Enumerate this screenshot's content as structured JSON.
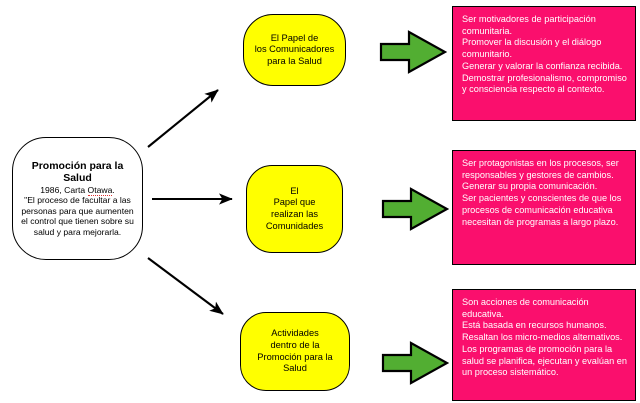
{
  "diagram": {
    "title": "Promocion para la Salud - mapa conceptual",
    "background_color": "#ffffff",
    "colors": {
      "stage_fill": "#ffff00",
      "detail_fill": "#fa0f6d",
      "detail_text": "#ffffff",
      "arrow_fill": "#52ae32",
      "stroke": "#000000"
    }
  },
  "concept": {
    "title": "Promoción\npara la Salud",
    "source": "1986, Carta Otawa.",
    "source_plain": "1986, Carta ",
    "source_spellchecked": "Otawa",
    "source_suffix": ".",
    "quote": "\"El proceso de facultar a las personas para que aumenten el control que tienen sobre su salud y para mejorarla."
  },
  "stages": [
    {
      "id": "comunicadores",
      "label": "El Papel de\nlos Comunicadores\npara la Salud"
    },
    {
      "id": "comunidades",
      "label": "El\nPapel que\nrealizan las\nComunidades"
    },
    {
      "id": "actividades",
      "label": "Actividades\ndentro de la\nPromoción para la\nSalud"
    }
  ],
  "details": [
    {
      "id": "detalle-comunicadores",
      "text": "Ser motivadores de participación comunitaria.\nPromover la discusión y el diálogo comunitario.\nGenerar y valorar la confianza recibida.\nDemostrar profesionalismo, compromiso y consciencia respecto al contexto."
    },
    {
      "id": "detalle-comunidades",
      "text": "Ser protagonistas en los procesos, ser responsables y gestores de cambios.\nGenerar su propia comunicación.\nSer pacientes y conscientes de que los procesos de comunicación educativa necesitan de programas a largo plazo."
    },
    {
      "id": "detalle-actividades",
      "text": "Son acciones de comunicación educativa.\nEstá basada en recursos humanos.\nResaltan los micro-medios alternativos.\nLos programas de promoción para la salud se planifica, ejecutan y evalúan en un proceso sistemático."
    }
  ],
  "arrows": {
    "block_arrow_icon": "right-block-arrow-icon",
    "connector_icon": "line-arrow-icon",
    "count_block": 3,
    "count_connector": 3
  }
}
